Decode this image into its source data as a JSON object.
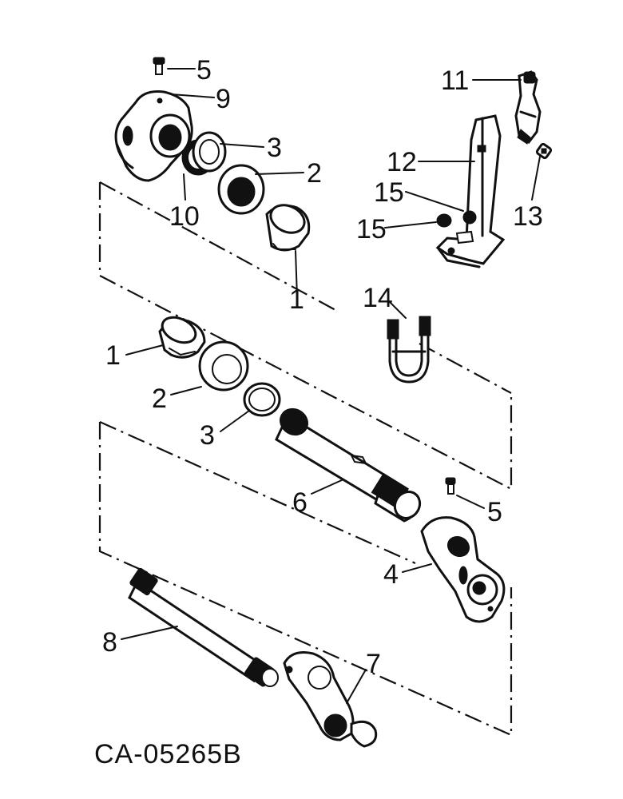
{
  "drawing_code": "CA-05265B",
  "callouts": {
    "c5a": "5",
    "c9": "9",
    "c3a": "3",
    "c2a": "2",
    "c10": "10",
    "c1a": "1",
    "c11": "11",
    "c12": "12",
    "c15a": "15",
    "c15b": "15",
    "c13": "13",
    "c14": "14",
    "c1b": "1",
    "c2b": "2",
    "c3b": "3",
    "c6": "6",
    "c5b": "5",
    "c4": "4",
    "c8": "8",
    "c7": "7"
  },
  "parts": [
    {
      "callout": "1",
      "name": "bushing"
    },
    {
      "callout": "2",
      "name": "seal"
    },
    {
      "callout": "3",
      "name": "o-ring"
    },
    {
      "callout": "4",
      "name": "lever-arm"
    },
    {
      "callout": "5",
      "name": "set-screw"
    },
    {
      "callout": "6",
      "name": "shaft"
    },
    {
      "callout": "7",
      "name": "lever-arm"
    },
    {
      "callout": "8",
      "name": "shaft"
    },
    {
      "callout": "9",
      "name": "lever-arm"
    },
    {
      "callout": "10",
      "name": "o-ring"
    },
    {
      "callout": "11",
      "name": "clevis"
    },
    {
      "callout": "12",
      "name": "bracket"
    },
    {
      "callout": "13",
      "name": "pin"
    },
    {
      "callout": "14",
      "name": "u-bolt"
    },
    {
      "callout": "15",
      "name": "nut"
    }
  ]
}
